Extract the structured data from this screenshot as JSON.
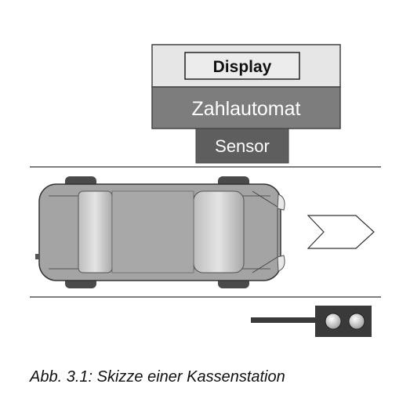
{
  "machine": {
    "display_label": "Display",
    "main_label": "Zahlautomat",
    "sensor_label": "Sensor"
  },
  "caption": "Abb. 3.1: Skizze einer Kassenstation",
  "colors": {
    "display_panel": "#e6e6e6",
    "automat_panel": "#7d7d7d",
    "sensor_panel": "#5e5e5e",
    "car_body": "#a4a4a4",
    "car_glass": "#c9c9c9",
    "tire": "#4a4a4a",
    "traffic_light_box": "#3a3a3a",
    "traffic_light_lamp": "#d0d0d0"
  }
}
